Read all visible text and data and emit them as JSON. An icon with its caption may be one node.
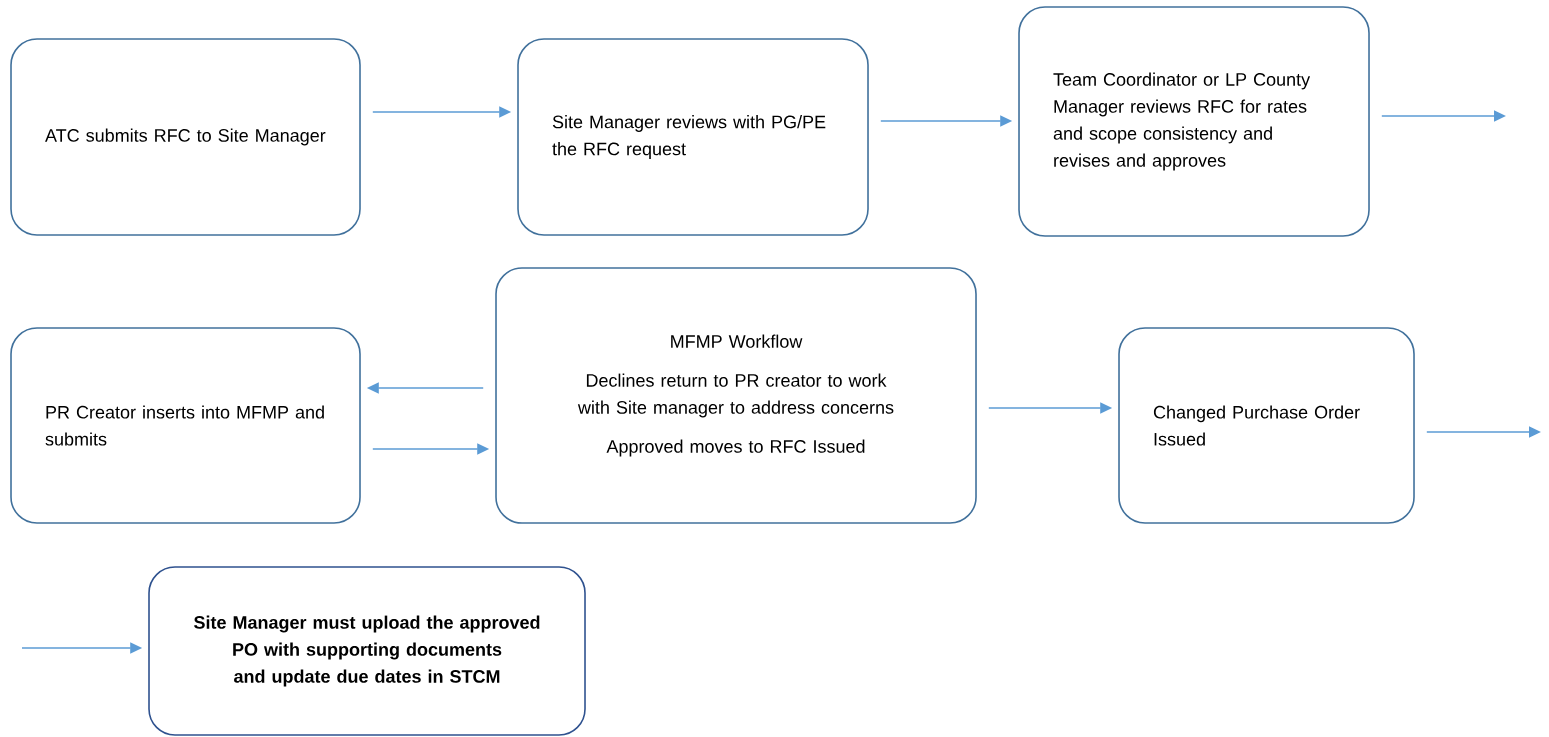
{
  "diagram": {
    "nodes": [
      {
        "text": [
          "ATC submits RFC to Site Manager"
        ]
      },
      {
        "text": [
          "Site Manager reviews with PG/PE the RFC request"
        ]
      },
      {
        "text": [
          "Team Coordinator or LP County Manager reviews RFC for rates and scope consistency and revises and approves"
        ]
      },
      {
        "text": [
          "PR Creator inserts into MFMP and submits"
        ]
      },
      {
        "text": [
          "MFMP Workflow",
          "Declines return to PR creator to work with Site manager to address concerns",
          "Approved moves to RFC Issued"
        ]
      },
      {
        "text": [
          "Changed Purchase Order Issued"
        ]
      },
      {
        "text": [
          "Site Manager must upload the approved PO with supporting documents and update due dates in STCM"
        ]
      }
    ],
    "edges": [
      {
        "from": 0,
        "to": 1,
        "arrow": "to"
      },
      {
        "from": 1,
        "to": 2,
        "arrow": "to"
      },
      {
        "from": 2,
        "to": null,
        "arrow": "to"
      },
      {
        "from": 4,
        "to": 3,
        "arrow": "to"
      },
      {
        "from": 3,
        "to": 4,
        "arrow": "to"
      },
      {
        "from": 4,
        "to": 5,
        "arrow": "to"
      },
      {
        "from": 5,
        "to": null,
        "arrow": "to"
      },
      {
        "from": null,
        "to": 6,
        "arrow": "to"
      }
    ]
  }
}
